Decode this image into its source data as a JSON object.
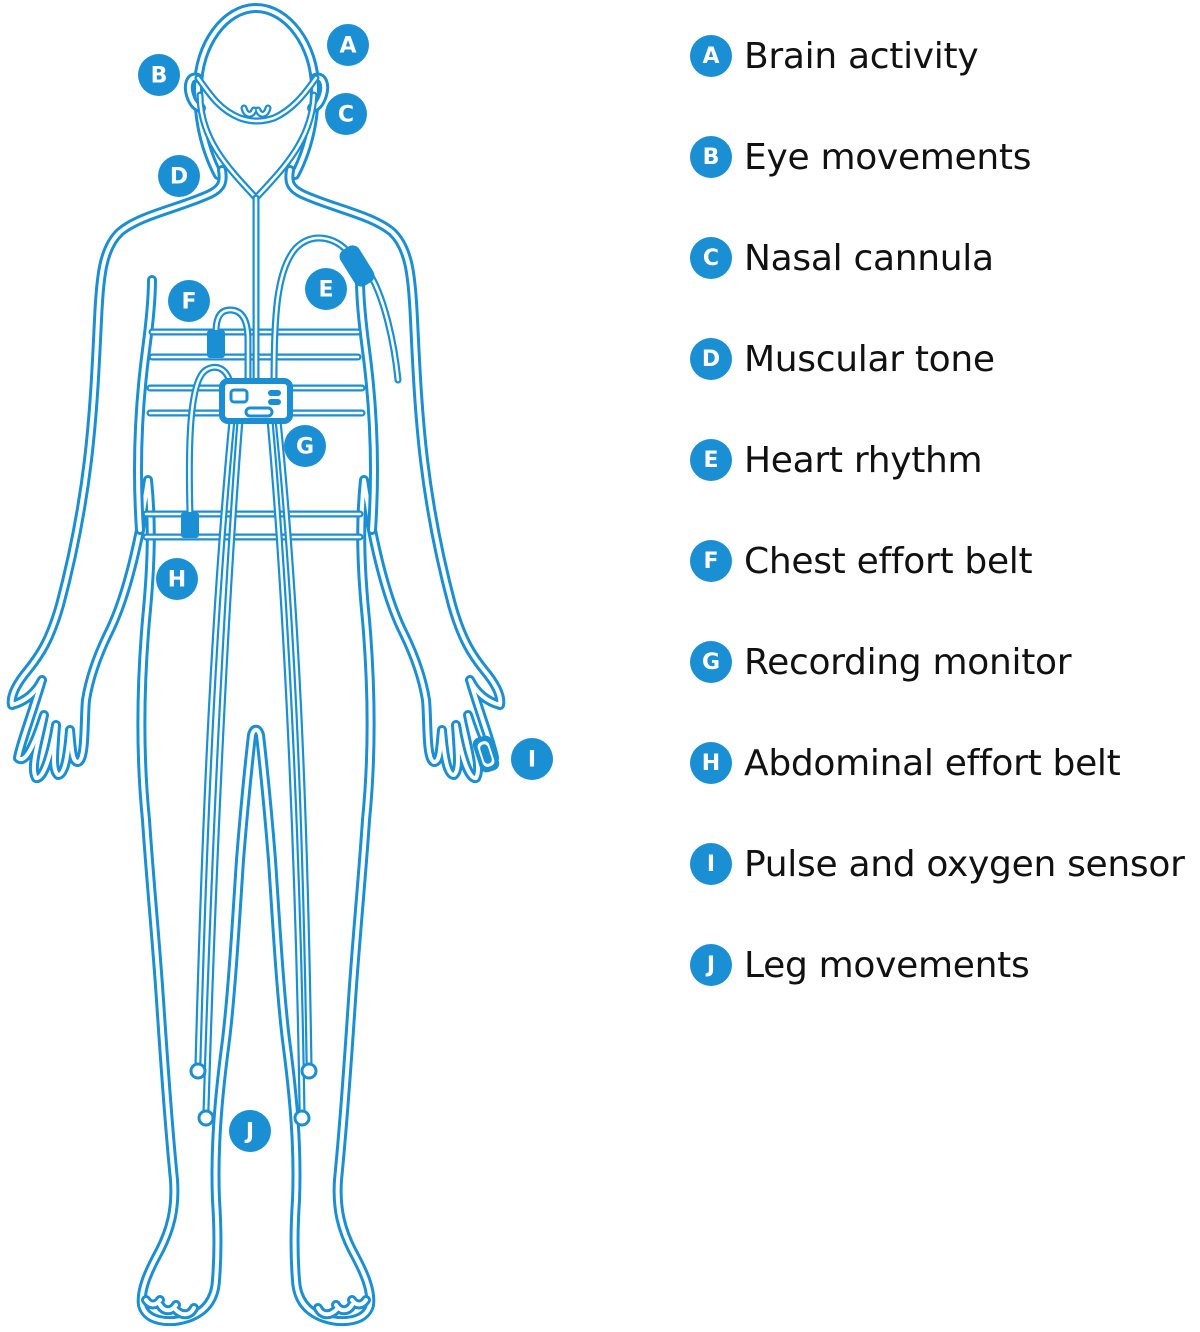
{
  "colors": {
    "accent": "#1a8fd4",
    "text": "#111111",
    "background": "#ffffff"
  },
  "legend": [
    {
      "letter": "A",
      "label": "Brain activity"
    },
    {
      "letter": "B",
      "label": "Eye movements"
    },
    {
      "letter": "C",
      "label": "Nasal cannula"
    },
    {
      "letter": "D",
      "label": "Muscular tone"
    },
    {
      "letter": "E",
      "label": "Heart rhythm"
    },
    {
      "letter": "F",
      "label": "Chest effort belt"
    },
    {
      "letter": "G",
      "label": "Recording monitor"
    },
    {
      "letter": "H",
      "label": "Abdominal effort belt"
    },
    {
      "letter": "I",
      "label": "Pulse and oxygen sensor"
    },
    {
      "letter": "J",
      "label": "Leg movements"
    }
  ],
  "markers": {
    "a": "A",
    "b": "B",
    "c": "C",
    "d": "D",
    "e": "E",
    "f": "F",
    "g": "G",
    "h": "H",
    "i": "I",
    "j": "J"
  }
}
